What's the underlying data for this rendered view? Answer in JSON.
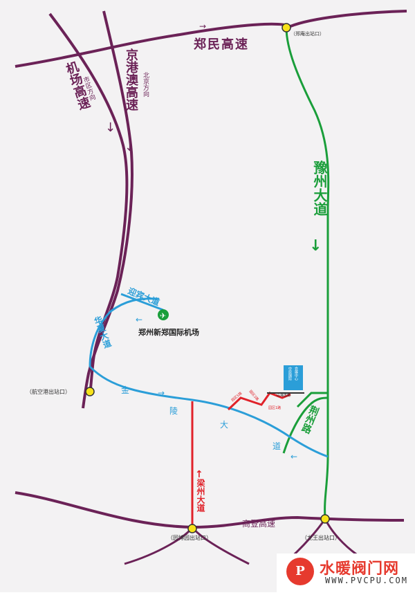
{
  "roads": {
    "zhengmin": {
      "name": "郑民高速",
      "color": "#6b2257"
    },
    "jichang": {
      "name": "机场高速",
      "direction": "市区方向",
      "color": "#6b2257"
    },
    "jinggangao": {
      "name": "京港澳高速",
      "direction": "北京方向",
      "color": "#6b2257"
    },
    "shangdeng": {
      "name": "商登高速",
      "color": "#6b2257"
    },
    "yuzhou": {
      "name": "豫州大道",
      "color": "#1a9e3a"
    },
    "jingzhou": {
      "name": "荆州路",
      "color": "#1a9e3a"
    },
    "jinling": {
      "name": "金陵大道",
      "color": "#2b9ed8"
    },
    "yingbin": {
      "name": "迎宾大道",
      "color": "#2b9ed8"
    },
    "huaxia": {
      "name": "华夏大道",
      "color": "#2b9ed8"
    },
    "liangzhou": {
      "name": "梁州大道",
      "color": "#e0222a"
    }
  },
  "exits": {
    "zhengyan": "（郑庵出站口）",
    "hangkonggang": "（航空港出站口）",
    "yuanboyuan": "（园博园出站口）",
    "longwang": "（龙王出站口）"
  },
  "poi": {
    "airport": "郑州新郑国际机场",
    "center_line1": "会展中心",
    "center_line2": "中原国际",
    "shanhai": "山海五街",
    "red_label_1": "园区5路",
    "red_label_2": "园区3路",
    "red_label_3": "园区1路"
  },
  "watermark": {
    "name": "水暖阀门网",
    "url": "WWW.PVCPU.COM",
    "mark": "P"
  },
  "colors": {
    "highway": "#6b2257",
    "green": "#1a9e3a",
    "blue": "#2b9ed8",
    "red": "#e0222a",
    "exit_dot": "#f7e21a",
    "brand_red": "#e63a2e"
  }
}
